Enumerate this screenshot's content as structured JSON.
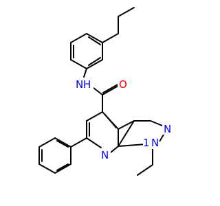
{
  "structure": {
    "atoms": {
      "amide_n": {
        "symbol": "N",
        "hydrogen": "H",
        "color": "#0000ff"
      },
      "carbonyl_o": {
        "symbol": "O",
        "color": "#ff0000"
      },
      "pyrazole_n2": {
        "symbol": "N",
        "color": "#0000ff"
      },
      "pyrazole_n1": {
        "symbol": "N",
        "color": "#0000ff"
      },
      "pyridine_n": {
        "symbol": "N",
        "color": "#0000ff"
      }
    },
    "n1_locant": "1"
  }
}
